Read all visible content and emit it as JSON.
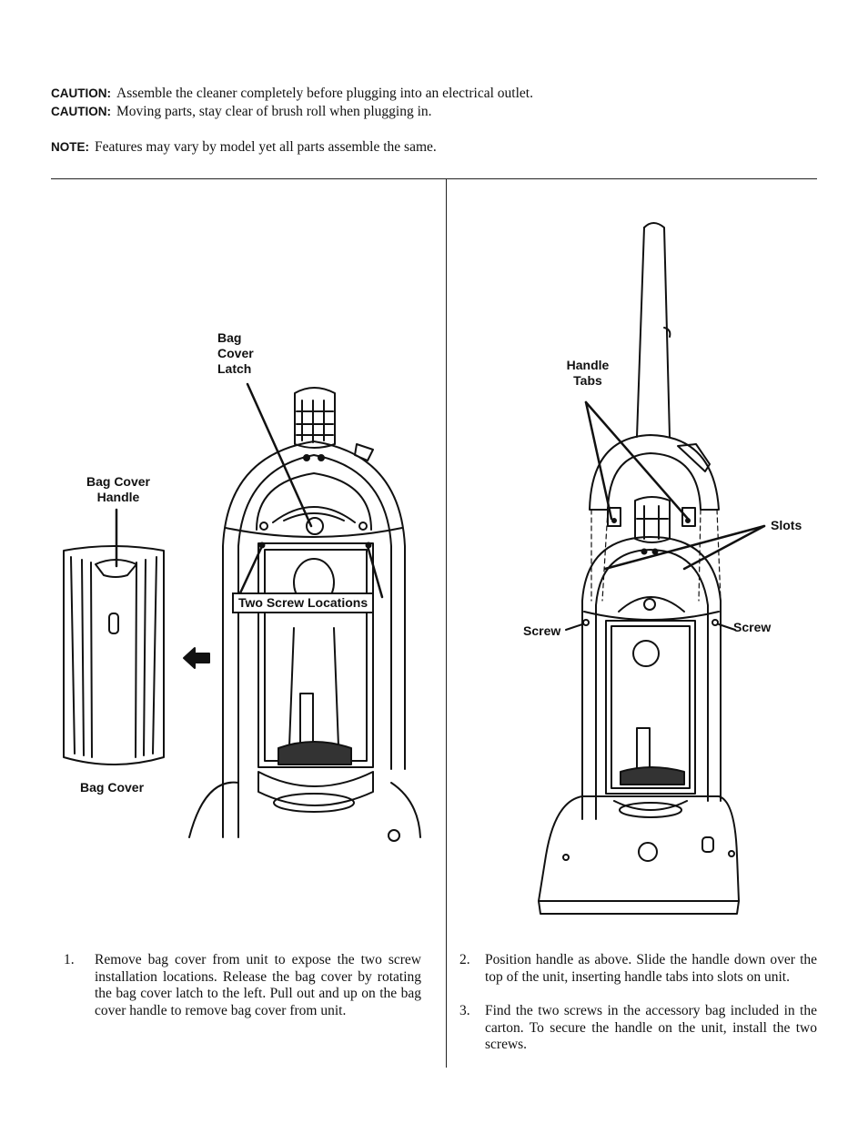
{
  "notices": [
    {
      "label": "CAUTION:",
      "text": "Assemble the cleaner completely before plugging into an electrical outlet."
    },
    {
      "label": "CAUTION:",
      "text": "Moving parts, stay clear of brush roll when plugging in."
    },
    {
      "label": "NOTE:",
      "text": "Features may vary by model yet all parts assemble the same."
    }
  ],
  "left_figure": {
    "latch_label": [
      "Bag",
      "Cover",
      "Latch"
    ],
    "handle_label": [
      "Bag Cover",
      "Handle"
    ],
    "screw_locations_label": "Two Screw Locations",
    "bag_cover_label": "Bag Cover"
  },
  "right_figure": {
    "handle_tabs_label": [
      "Handle",
      "Tabs"
    ],
    "slots_label": "Slots",
    "screw_left_label": "Screw",
    "screw_right_label": "Screw"
  },
  "steps": [
    {
      "num": "1.",
      "text": "Remove bag cover from unit to expose the two screw installation locations. Release the bag cover by rotating the bag cover latch to the left. Pull out and up on the bag cover handle to remove bag cover from unit."
    },
    {
      "num": "2.",
      "text": "Position handle as above. Slide the handle down over the top of the unit, inserting handle tabs into slots on unit."
    },
    {
      "num": "3.",
      "text": "Find the two screws in the accessory bag included in the carton. To secure the handle on the unit, install the two screws."
    }
  ]
}
